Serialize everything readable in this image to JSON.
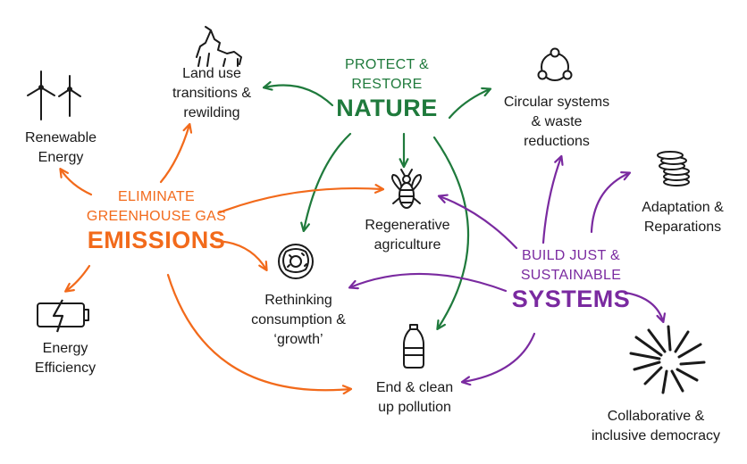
{
  "colors": {
    "nature": "#1f7a3c",
    "emissions": "#f26a1b",
    "systems": "#7a2aa0",
    "text": "#1a1a1a"
  },
  "hubs": {
    "nature": {
      "line1": "PROTECT &",
      "line2": "RESTORE",
      "main": "NATURE"
    },
    "emissions": {
      "line1": "ELIMINATE",
      "line2": "GREENHOUSE GAS",
      "main": "EMISSIONS"
    },
    "systems": {
      "line1": "BUILD JUST &",
      "line2": "SUSTAINABLE",
      "main": "SYSTEMS"
    }
  },
  "nodes": {
    "renewable": {
      "line1": "Renewable",
      "line2": "Energy",
      "icon": "wind-turbine-icon"
    },
    "landuse": {
      "line1": "Land use",
      "line2": "transitions &",
      "line3": "rewilding",
      "icon": "wolf-icon"
    },
    "circular": {
      "line1": "Circular systems",
      "line2": "& waste",
      "line3": "reductions",
      "icon": "cycle-icon"
    },
    "regenerative": {
      "line1": "Regenerative",
      "line2": "agriculture",
      "icon": "bee-icon"
    },
    "adaptation": {
      "line1": "Adaptation &",
      "line2": "Reparations",
      "icon": "coins-icon"
    },
    "rethinking": {
      "line1": "Rethinking",
      "line2": "consumption &",
      "line3": "‘growth’",
      "icon": "doughnut-icon"
    },
    "efficiency": {
      "line1": "Energy",
      "line2": "Efficiency",
      "icon": "battery-icon"
    },
    "pollution": {
      "line1": "End & clean",
      "line2": "up pollution",
      "icon": "bottle-icon"
    },
    "democracy": {
      "line1": "Collaborative &",
      "line2": "inclusive democracy",
      "icon": "hands-circle-icon"
    }
  }
}
